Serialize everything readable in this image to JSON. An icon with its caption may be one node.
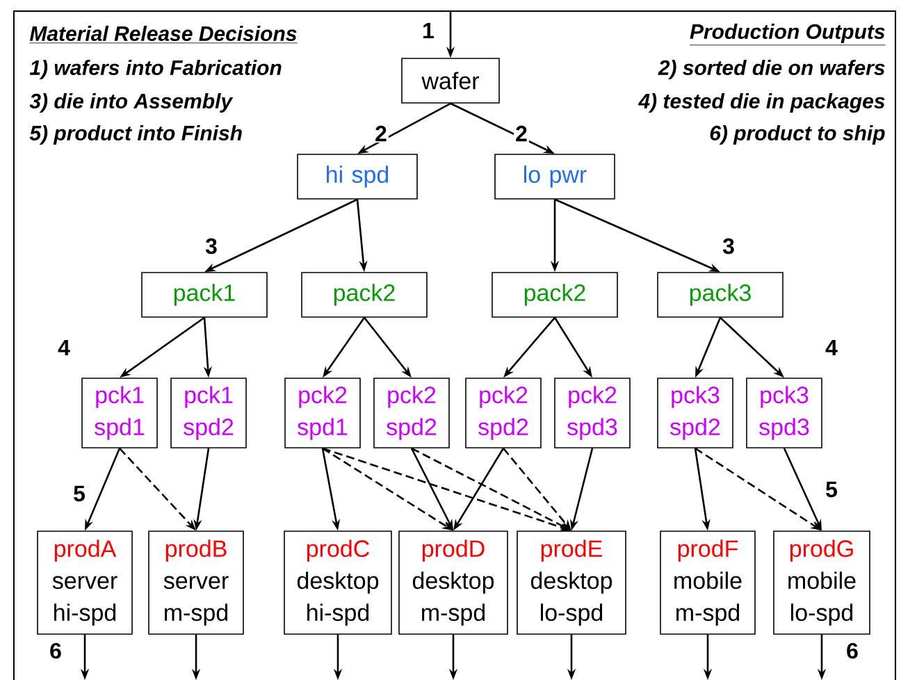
{
  "diagram": {
    "nodes": [
      {
        "text": [
          "wafer"
        ]
      },
      {
        "text": [
          "hi spd"
        ]
      },
      {
        "text": [
          "lo pwr"
        ]
      },
      {
        "text": [
          "pack1"
        ]
      },
      {
        "text": [
          "pack2"
        ]
      },
      {
        "text": [
          "pack2"
        ]
      },
      {
        "text": [
          "pack3"
        ]
      },
      {
        "text": [
          "pck1 spd1"
        ]
      },
      {
        "text": [
          "pck1 spd2"
        ]
      },
      {
        "text": [
          "pck2 spd1"
        ]
      },
      {
        "text": [
          "pck2 spd2"
        ]
      },
      {
        "text": [
          "pck2 spd2"
        ]
      },
      {
        "text": [
          "pck2 spd3"
        ]
      },
      {
        "text": [
          "pck3 spd2"
        ]
      },
      {
        "text": [
          "pck3 spd3"
        ]
      },
      {
        "text": [
          "prodA",
          "server hi-spd"
        ]
      },
      {
        "text": [
          "prodB",
          "server m-spd"
        ]
      },
      {
        "text": [
          "prodC",
          "desktop hi-spd"
        ]
      },
      {
        "text": [
          "prodD",
          "desktop m-spd"
        ]
      },
      {
        "text": [
          "prodE",
          "desktop lo-spd"
        ]
      },
      {
        "text": [
          "prodF",
          "mobile m-spd"
        ]
      },
      {
        "text": [
          "prodG",
          "mobile lo-spd"
        ]
      }
    ],
    "edges": [
      {
        "from": null,
        "to": 0,
        "arrow": "to",
        "label": "1"
      },
      {
        "from": 0,
        "to": 1,
        "arrow": "to",
        "label": "2"
      },
      {
        "from": 0,
        "to": 2,
        "arrow": "to",
        "label": "2"
      },
      {
        "from": 1,
        "to": 3,
        "arrow": "to",
        "label": "3"
      },
      {
        "from": 1,
        "to": 4,
        "arrow": "to"
      },
      {
        "from": 2,
        "to": 5,
        "arrow": "to"
      },
      {
        "from": 2,
        "to": 6,
        "arrow": "to",
        "label": "3"
      },
      {
        "from": 3,
        "to": 7,
        "arrow": "to",
        "label": "4"
      },
      {
        "from": 3,
        "to": 8,
        "arrow": "to"
      },
      {
        "from": 4,
        "to": 9,
        "arrow": "to"
      },
      {
        "from": 4,
        "to": 10,
        "arrow": "to"
      },
      {
        "from": 5,
        "to": 11,
        "arrow": "to"
      },
      {
        "from": 5,
        "to": 12,
        "arrow": "to"
      },
      {
        "from": 6,
        "to": 13,
        "arrow": "to"
      },
      {
        "from": 6,
        "to": 14,
        "arrow": "to",
        "label": "4"
      },
      {
        "from": 7,
        "to": 15,
        "arrow": "to",
        "label": "5"
      },
      {
        "from": 7,
        "to": 16,
        "arrow": "to",
        "style": "dashed"
      },
      {
        "from": 8,
        "to": 16,
        "arrow": "to"
      },
      {
        "from": 9,
        "to": 17,
        "arrow": "to"
      },
      {
        "from": 9,
        "to": 18,
        "arrow": "to",
        "style": "dashed"
      },
      {
        "from": 9,
        "to": 19,
        "arrow": "to",
        "style": "dashed"
      },
      {
        "from": 10,
        "to": 18,
        "arrow": "to"
      },
      {
        "from": 10,
        "to": 19,
        "arrow": "to",
        "style": "dashed"
      },
      {
        "from": 11,
        "to": 18,
        "arrow": "to"
      },
      {
        "from": 11,
        "to": 19,
        "arrow": "to",
        "style": "dashed"
      },
      {
        "from": 12,
        "to": 19,
        "arrow": "to"
      },
      {
        "from": 13,
        "to": 20,
        "arrow": "to"
      },
      {
        "from": 13,
        "to": 21,
        "arrow": "to",
        "style": "dashed"
      },
      {
        "from": 14,
        "to": 21,
        "arrow": "to",
        "label": "5"
      },
      {
        "from": 15,
        "to": null,
        "arrow": "to",
        "label": "6"
      },
      {
        "from": 16,
        "to": null,
        "arrow": "to"
      },
      {
        "from": 17,
        "to": null,
        "arrow": "to"
      },
      {
        "from": 18,
        "to": null,
        "arrow": "to"
      },
      {
        "from": 19,
        "to": null,
        "arrow": "to"
      },
      {
        "from": 20,
        "to": null,
        "arrow": "to"
      },
      {
        "from": 21,
        "to": null,
        "arrow": "to",
        "label": "6"
      }
    ],
    "labels": [
      "Material Release Decisions",
      "1) wafers into Fabrication",
      "3) die into Assembly",
      "5) product into Finish",
      "Production Outputs",
      "2) sorted die on wafers",
      "4) tested die in packages",
      "6) product to ship"
    ]
  }
}
